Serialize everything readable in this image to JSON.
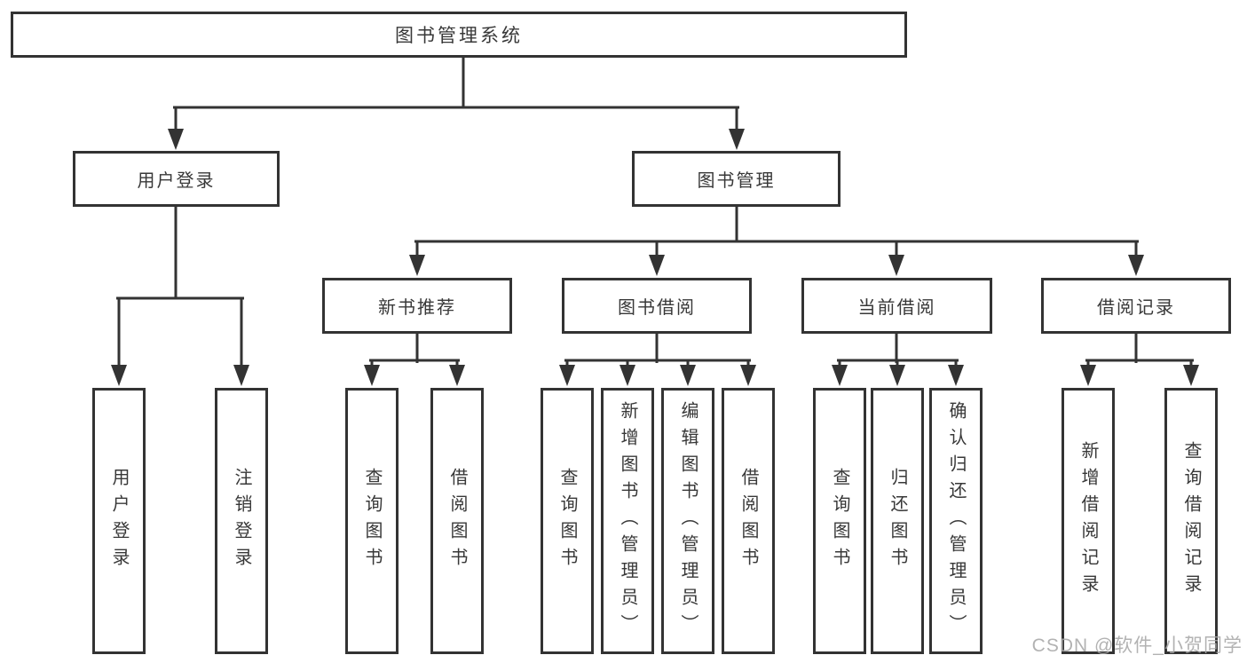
{
  "nodes": {
    "root": "图书管理系统",
    "user_login_branch": "用户登录",
    "book_mgmt_branch": "图书管理",
    "new_book_rec_branch": "新书推荐",
    "book_borrow_branch": "图书借阅",
    "current_borrow_branch": "当前借阅",
    "borrow_record_branch": "借阅记录",
    "leaf_user_login": "用户登录",
    "leaf_logout": "注销登录",
    "leaf_rec_query_book": "查询图书",
    "leaf_rec_borrow_book": "借阅图书",
    "leaf_bb_query_book": "查询图书",
    "leaf_bb_add_book": "新增图书（管理员）",
    "leaf_bb_edit_book": "编辑图书（管理员）",
    "leaf_bb_borrow_book": "借阅图书",
    "leaf_cb_query_book": "查询图书",
    "leaf_cb_return_book": "归还图书",
    "leaf_cb_confirm_return": "确认归还（管理员）",
    "leaf_br_add_record": "新增借阅记录",
    "leaf_br_query_record": "查询借阅记录"
  },
  "watermark": "CSDN @软件_小贺同学",
  "colors": {
    "line": "#333333",
    "text": "#383838",
    "box_background": "#ffffff",
    "watermark": "#a8a8a8",
    "page_background": "#ffffff"
  }
}
